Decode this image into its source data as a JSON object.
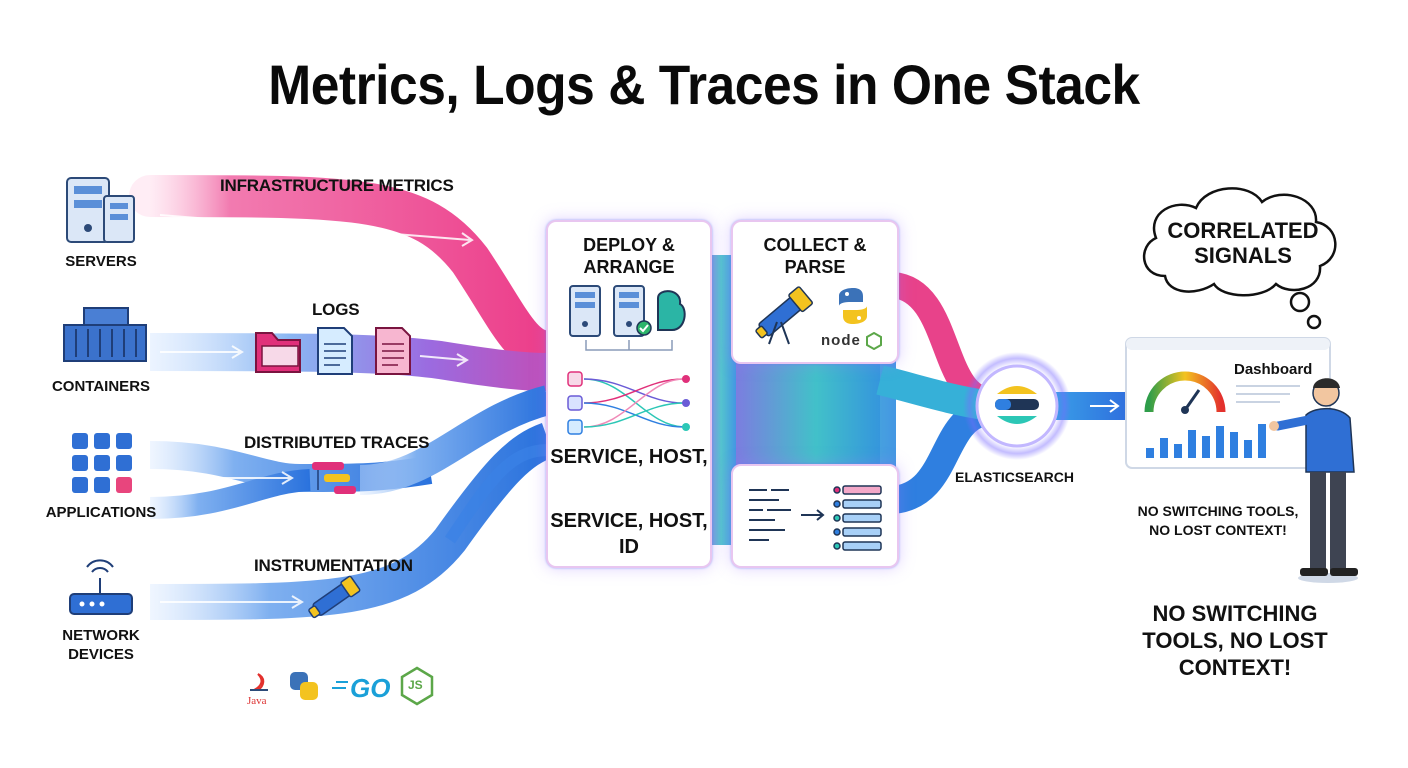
{
  "title": "Metrics, Logs & Traces in One Stack",
  "sources": {
    "servers": "SERVERS",
    "containers": "CONTAINERS",
    "applications": "APPLICATIONS",
    "network_devices": "NETWORK DEVICES"
  },
  "flows": {
    "infra_metrics": "INFRASTRUCTURE METRICS",
    "logs": "LOGS",
    "distributed_traces": "DISTRIBUTED TRACES",
    "instrumentation": "INSTRUMENTATION"
  },
  "languages": {
    "java": "Java",
    "go": "GO",
    "js": "JS"
  },
  "deploy_box": {
    "title": "DEPLOY & ARRANGE",
    "service_host": "SERVICE, HOST,",
    "service_host_id": "SERVICE, HOST, ID"
  },
  "collect_box": {
    "title": "COLLECT & PARSE",
    "node": "node"
  },
  "elasticsearch": "ELASTICSEARCH",
  "cloud": "CORRELATED SIGNALS",
  "dashboard": {
    "title": "Dashboard"
  },
  "tagline_small": "NO SWITCHING TOOLS, NO LOST CONTEXT!",
  "tagline_big": "NO SWITCHING TOOLS, NO LOST CONTEXT!",
  "colors": {
    "pink": "#f0468f",
    "purple": "#a35bd6",
    "blue": "#2f7fe0",
    "teal": "#2cc7b6",
    "dark": "#1f3556"
  }
}
